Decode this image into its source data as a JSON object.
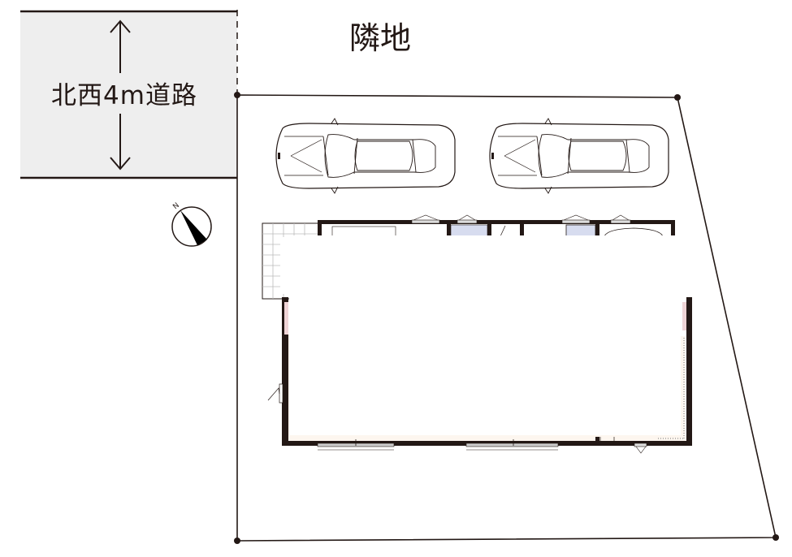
{
  "road": {
    "label": "北西4m道路",
    "fill_color": "#eeeeee",
    "arrow": "double-vertical-arrow"
  },
  "neighbor": {
    "label": "隣地"
  },
  "compass": {
    "north_label": "N",
    "icon": "north-arrow-compass"
  },
  "parking": {
    "cars": [
      {
        "id": "car-1",
        "position": "left"
      },
      {
        "id": "car-2",
        "position": "right"
      }
    ]
  },
  "building": {
    "wall_color": "#231815",
    "floor_color": "#fdf6ef",
    "accent_wall_color": "#efd4d6",
    "fixture_color": "#d7dcef"
  },
  "colors": {
    "line": "#231815",
    "background": "#ffffff"
  }
}
